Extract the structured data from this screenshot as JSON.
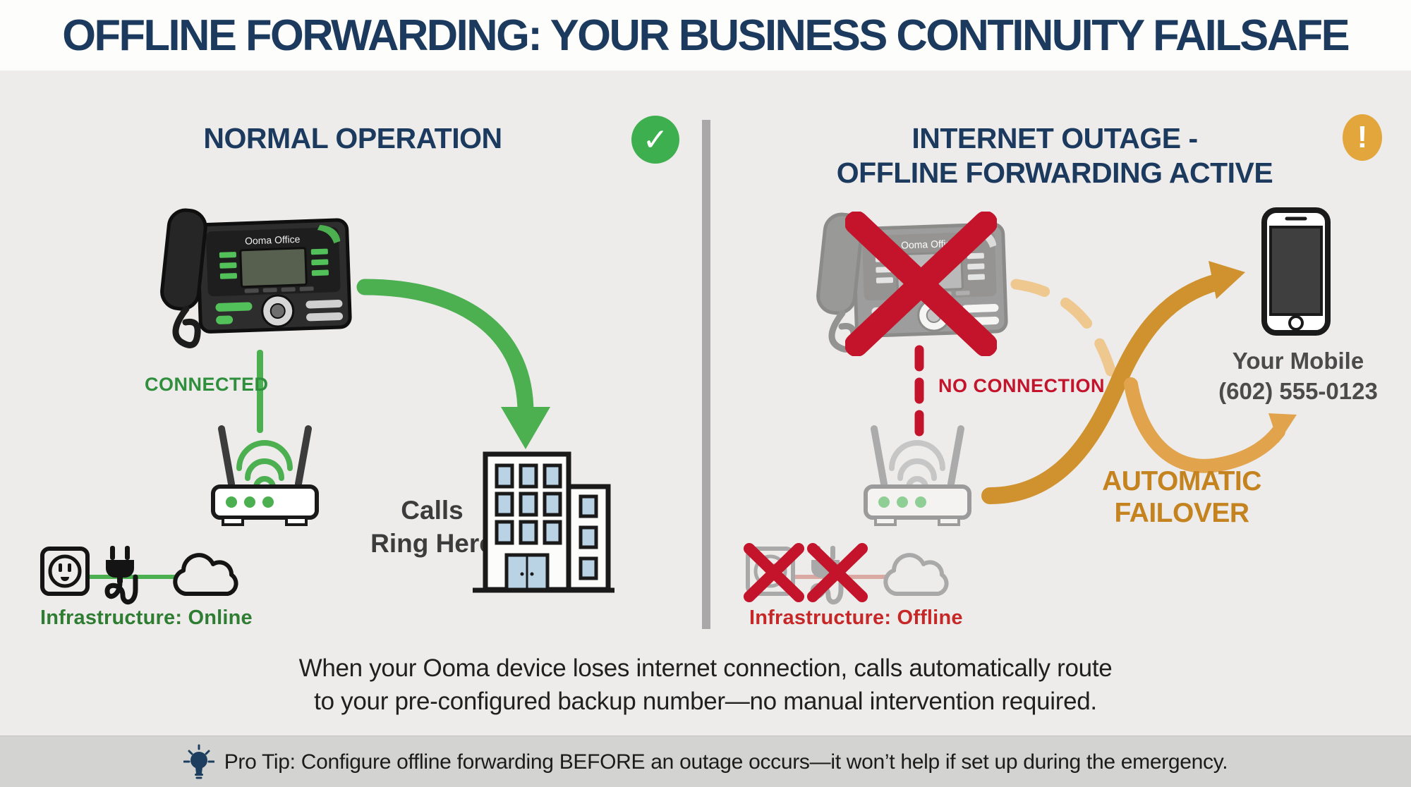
{
  "title": "OFFLINE FORWARDING: YOUR BUSINESS CONTINUITY FAILSAFE",
  "device_label": "Ooma Office",
  "icons": {
    "check": "✓",
    "alert": "!"
  },
  "left": {
    "heading": "NORMAL OPERATION",
    "connected": "CONNECTED",
    "calls_line1": "Calls",
    "calls_line2": "Ring Here",
    "infra": "Infrastructure: Online"
  },
  "right": {
    "heading_line1": "INTERNET OUTAGE -",
    "heading_line2": "OFFLINE FORWARDING ACTIVE",
    "no_connection": "NO CONNECTION",
    "failover_line1": "AUTOMATIC",
    "failover_line2": "FAILOVER",
    "mobile_label": "Your Mobile",
    "mobile_number": "(602) 555-0123",
    "infra": "Infrastructure: Offline"
  },
  "description_line1": "When your Ooma device loses internet connection, calls automatically route",
  "description_line2": "to your pre-configured backup number—no manual intervention required.",
  "footer_tip": "Pro Tip: Configure offline forwarding BEFORE an outage occurs—it won’t help if set up during the emergency.",
  "colors": {
    "navy": "#1c3a5e",
    "green": "#4caf50",
    "green-dark": "#2e7d32",
    "red": "#c3142b",
    "orange": "#d0922f",
    "orange-dark": "#c5831f",
    "gray-bg": "#edeceb",
    "footer-bg": "#d3d3d1",
    "divider": "#a8a8a8"
  }
}
